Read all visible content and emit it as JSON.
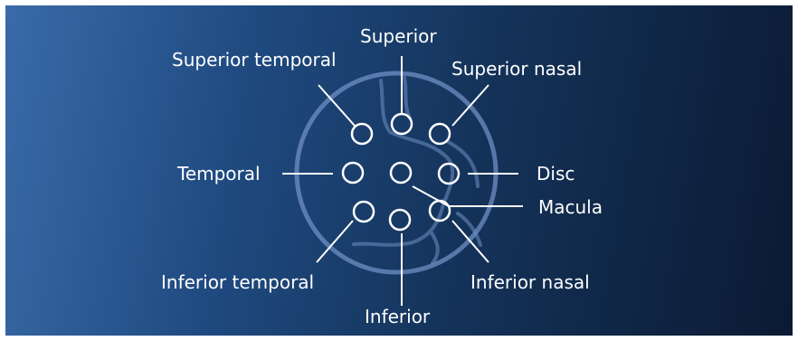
{
  "diagram": {
    "positions": {
      "superior": "Superior",
      "superior_temporal": "Superior temporal",
      "superior_nasal": "Superior nasal",
      "temporal": "Temporal",
      "disc": "Disc",
      "macula": "Macula",
      "inferior_temporal": "Inferior temporal",
      "inferior_nasal": "Inferior nasal",
      "inferior": "Inferior"
    },
    "colors": {
      "background_light": "#3a6ba8",
      "background_dark": "#0b1a33",
      "line": "#ffffff",
      "fundus_outline": "#6f8fc4"
    }
  }
}
